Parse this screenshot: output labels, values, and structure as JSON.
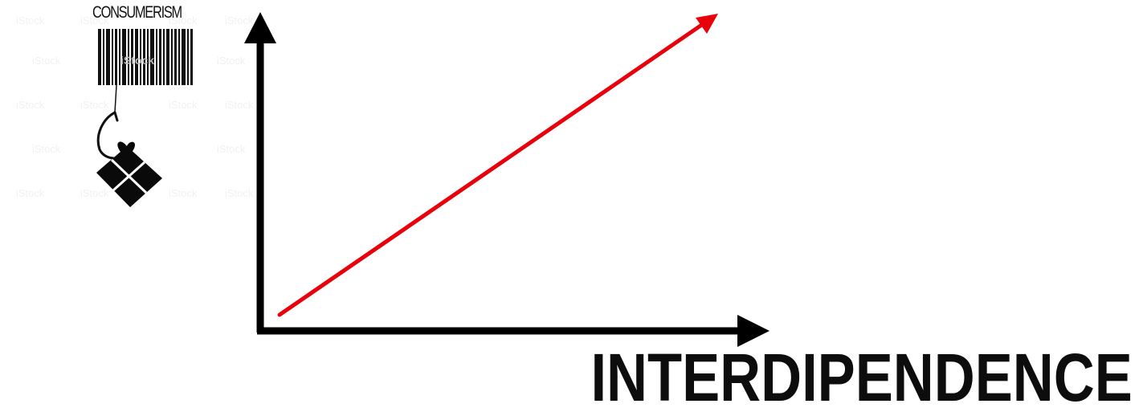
{
  "diagram": {
    "x_axis_label": "INTERDIPENDENCE",
    "trend": "increasing",
    "trend_color": "#e8000b",
    "axis_color": "#000000"
  },
  "logo": {
    "label": "CONSUMERISM",
    "watermark": "iStock",
    "icons": [
      "barcode-icon",
      "fishhook-icon",
      "gift-box-icon"
    ]
  }
}
